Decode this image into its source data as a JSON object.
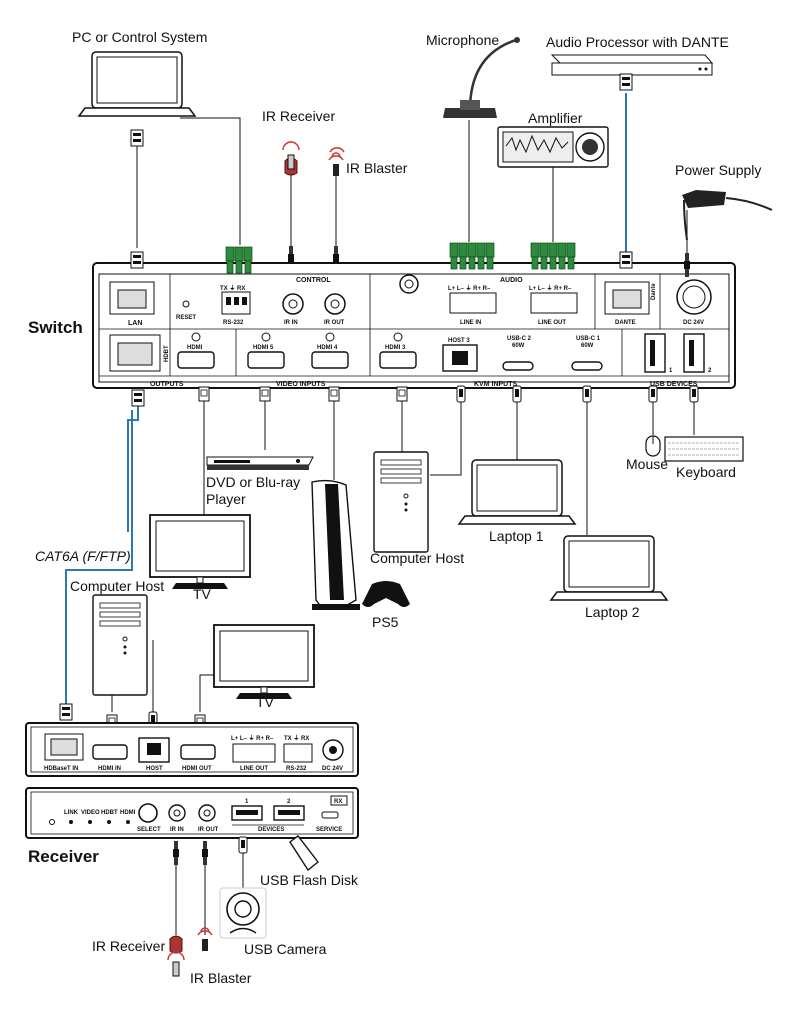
{
  "labels": {
    "pc": "PC or Control System",
    "ir_receiver_top": "IR Receiver",
    "ir_blaster_top": "IR Blaster",
    "microphone": "Microphone",
    "audio_processor": "Audio Processor with DANTE",
    "amplifier": "Amplifier",
    "power_supply": "Power Supply",
    "switch": "Switch",
    "mouse": "Mouse",
    "keyboard": "Keyboard",
    "dvd": "DVD or Blu-ray\nPlayer",
    "computer_host_top": "Computer Host",
    "laptop1": "Laptop 1",
    "laptop2": "Laptop 2",
    "tv_top": "TV",
    "ps5": "PS5",
    "cat6a": "CAT6A (F/FTP)",
    "computer_host_bottom": "Computer Host",
    "tv_bottom": "TV",
    "receiver": "Receiver",
    "usb_flash": "USB Flash Disk",
    "usb_camera": "USB Camera",
    "ir_receiver_bottom": "IR Receiver",
    "ir_blaster_bottom": "IR Blaster"
  },
  "switch_panel": {
    "control": "CONTROL",
    "audio": "AUDIO",
    "lan": "LAN",
    "reset": "RESET",
    "rs232": "RS-232",
    "txrx": "TX ⏚ RX",
    "ir_in": "IR IN",
    "ir_out": "IR OUT",
    "line_in": "LINE IN",
    "line_out": "LINE OUT",
    "audio_pins": "L+ L– ⏚ R+ R–",
    "dante": "DANTE",
    "dante_logo": "Dante",
    "dc24": "DC 24V",
    "hdbt": "HDBT",
    "hdmi": "HDMI",
    "hdmi5": "HDMI 5",
    "hdmi4": "HDMI 4",
    "hdmi3": "HDMI 3",
    "host3": "HOST 3",
    "usbc2": "USB-C 2",
    "usbc2_w": "60W",
    "usbc1": "USB-C 1",
    "usbc1_w": "60W",
    "usb1": "1",
    "usb2": "2",
    "outputs": "OUTPUTS",
    "video_inputs": "VIDEO INPUTS",
    "kvm_inputs": "KVM INPUTS",
    "usb_devices": "USB DEVICES"
  },
  "receiver_panel": {
    "hdbaset_in": "HDBaseT IN",
    "hdmi_in": "HDMI IN",
    "host": "HOST",
    "hdmi_out": "HDMI OUT",
    "line_out": "LINE OUT",
    "audio_pins": "L+ L– ⏚ R+ R–",
    "rs232": "RS-232",
    "txrx": "TX ⏚ RX",
    "dc24": "DC 24V",
    "link": "LINK",
    "video": "VIDEO",
    "hdbt": "HDBT",
    "hdmi": "HDMI",
    "select": "SELECT",
    "ir_in": "IR IN",
    "ir_out": "IR OUT",
    "devices": "DEVICES",
    "dev1": "1",
    "dev2": "2",
    "service": "SERVICE",
    "rx": "RX"
  }
}
